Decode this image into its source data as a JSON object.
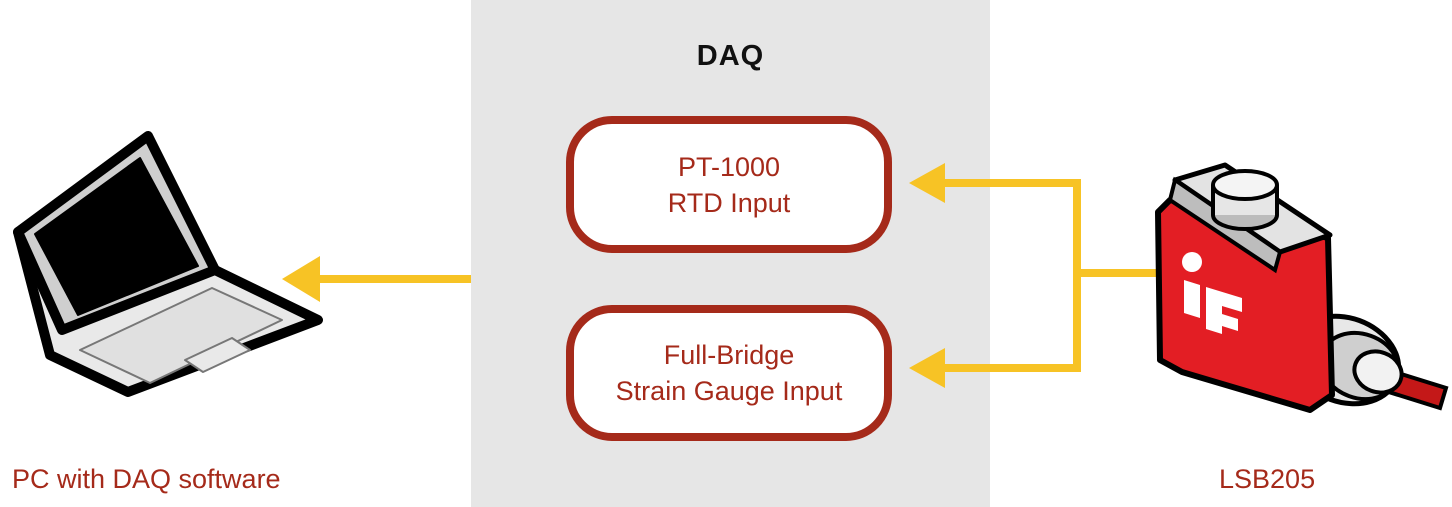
{
  "diagram": {
    "daq": {
      "title": "DAQ"
    },
    "inputs": [
      {
        "line1": "PT-1000",
        "line2": "RTD Input"
      },
      {
        "line1": "Full-Bridge",
        "line2": "Strain Gauge Input"
      }
    ],
    "pc": {
      "label": "PC with DAQ software",
      "icon": "laptop-icon"
    },
    "sensor": {
      "label": "LSB205",
      "icon": "load-cell-icon"
    },
    "colors": {
      "accent": "#a52a1a",
      "arrow": "#f7c325",
      "panel": "#e6e6e6",
      "sensor_red": "#e31e24"
    }
  }
}
